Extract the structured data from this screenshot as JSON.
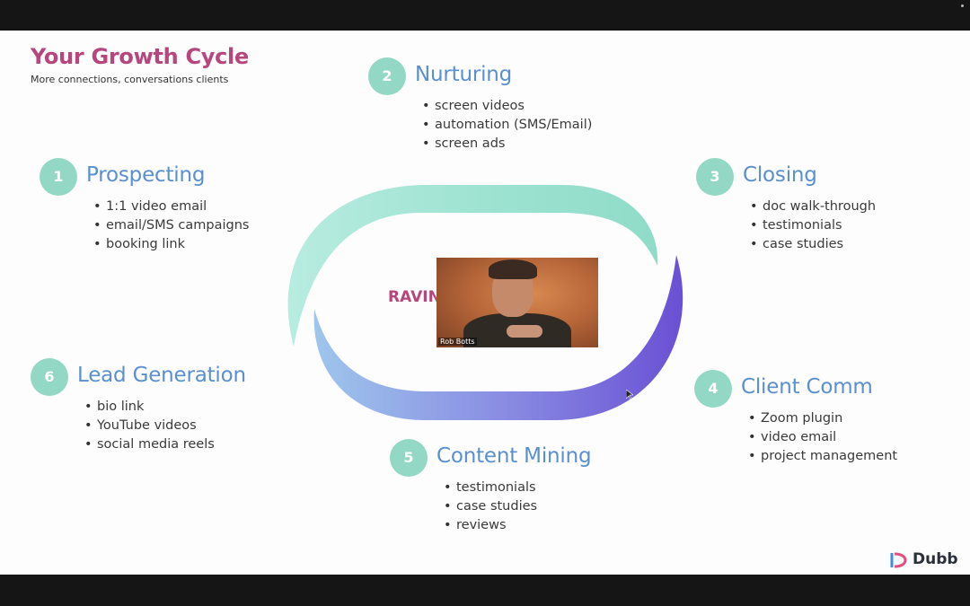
{
  "slide": {
    "title": "Your Growth Cycle",
    "subtitle": "More connections, conversations clients",
    "center_text": "RAVIN",
    "video_name": "Rob Botts",
    "brand": "Dubb"
  },
  "steps": [
    {
      "num": "1",
      "title": "Prospecting",
      "items": [
        "1:1 video email",
        "email/SMS campaigns",
        "booking link"
      ]
    },
    {
      "num": "2",
      "title": "Nurturing",
      "items": [
        "screen videos",
        "automation (SMS/Email)",
        "screen ads"
      ]
    },
    {
      "num": "3",
      "title": "Closing",
      "items": [
        "doc walk-through",
        "testimonials",
        "case studies"
      ]
    },
    {
      "num": "4",
      "title": "Client Comm",
      "items": [
        "Zoom plugin",
        "video email",
        "project management"
      ]
    },
    {
      "num": "5",
      "title": "Content Mining",
      "items": [
        "testimonials",
        "case studies",
        "reviews"
      ]
    },
    {
      "num": "6",
      "title": "Lead Generation",
      "items": [
        "bio link",
        "YouTube videos",
        "social media reels"
      ]
    }
  ],
  "colors": {
    "title": "#b7467c",
    "heading": "#5a8fd0",
    "badge": "#93d8c4",
    "arc_top": "#9fe3d2",
    "arc_bottom_start": "#8fb3e8",
    "arc_bottom_end": "#6f55d6"
  },
  "icons": [
    "dubb-logo-icon",
    "mouse-cursor-icon"
  ]
}
